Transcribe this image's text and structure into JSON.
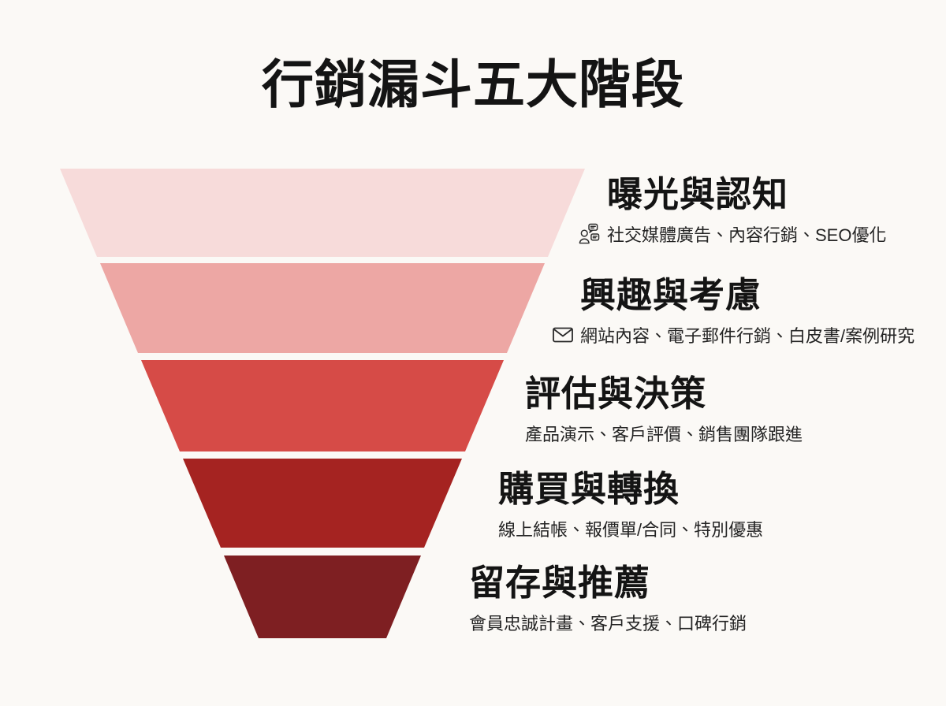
{
  "title": "行銷漏斗五大階段",
  "funnel": {
    "stages": [
      {
        "title": "曝光與認知",
        "subtitle": "社交媒體廣告、內容行銷、SEO優化",
        "icon": "social-media-icon",
        "color": "#f7dbda"
      },
      {
        "title": "興趣與考慮",
        "subtitle": "網站內容、電子郵件行銷、白皮書/案例研究",
        "icon": "email-icon",
        "color": "#eda7a4"
      },
      {
        "title": "評估與決策",
        "subtitle": "產品演示、客戶評價、銷售團隊跟進",
        "icon": "",
        "color": "#d64b47"
      },
      {
        "title": "購買與轉換",
        "subtitle": "線上結帳、報價單/合同、特別優惠",
        "icon": "",
        "color": "#a52321"
      },
      {
        "title": "留存與推薦",
        "subtitle": "會員忠誠計畫、客戶支援、口碑行銷",
        "icon": "",
        "color": "#7e1f22"
      }
    ]
  },
  "colors": {
    "background": "#fbf9f6",
    "heading_text": "#141414",
    "subtitle_text": "#242424"
  }
}
